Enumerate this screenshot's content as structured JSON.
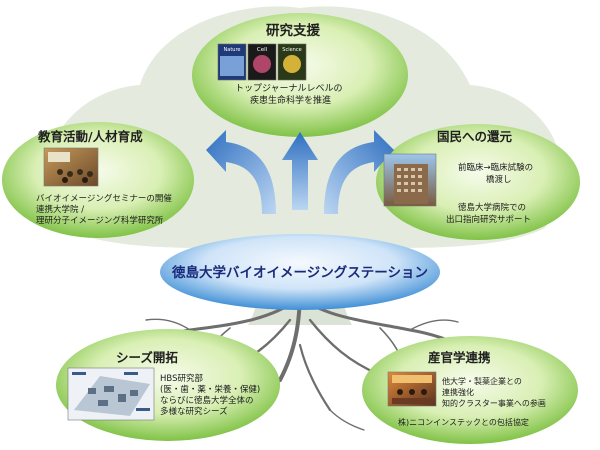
{
  "center": {
    "label": "徳島大学バイオイメージングステーション"
  },
  "research_support": {
    "title": "研究支援",
    "lines": [
      "トップジャーナルレベルの",
      "疾患生命科学を推進"
    ],
    "journals": [
      "Nature",
      "Cell",
      "Science"
    ]
  },
  "education": {
    "title": "教育活動/人材育成",
    "lines": [
      "バイオイメージングセミナーの開催",
      "連携大学院 /",
      "理研分子イメージング科学研究所"
    ]
  },
  "public_return": {
    "title": "国民への還元",
    "lines_a": [
      "前臨床→臨床試験の",
      "橋渡し"
    ],
    "lines_b": [
      "徳島大学病院での",
      "出口指向研究サポート"
    ]
  },
  "seeds": {
    "title": "シーズ開拓",
    "lines": [
      "HBS研究部",
      "(医・歯・薬・栄養・保健)",
      "ならびに徳島大学全体の",
      "多様な研究シーズ"
    ]
  },
  "industry": {
    "title": "産官学連携",
    "lines_a": [
      "他大学・製薬企業との",
      "連携強化",
      "知的クラスター事業への参画"
    ],
    "line_b": "株)ニコンインステックとの包括協定"
  },
  "colors": {
    "ellipse_light": "#eaf6d2",
    "ellipse_dark": "#79bf3e",
    "center_light": "#e9f3fc",
    "center_dark": "#3f8fd6",
    "arrow": "#2e6fc0",
    "tree": "#cfdcc7",
    "roots": "#6b6b6b"
  }
}
